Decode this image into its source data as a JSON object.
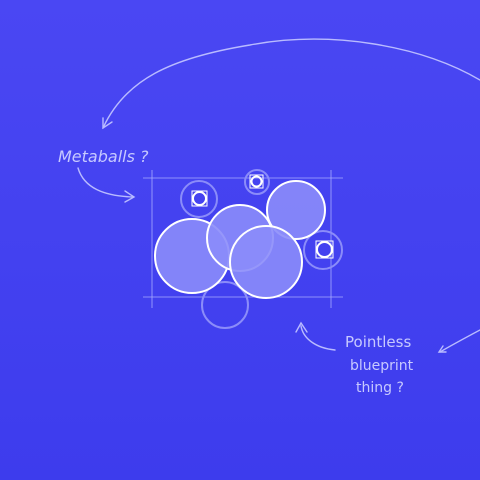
{
  "annotations": {
    "metaballs": "Metaballs ?",
    "pointless_line1": "Pointless",
    "pointless_line2": "blueprint",
    "pointless_line3": "thing ?"
  },
  "colors": {
    "background": "#4a47f3",
    "stroke": "#ffffff",
    "fill": "#8b8cf9",
    "sketch": "#c7c9ff"
  },
  "icons": [
    "curved-arrow-icon",
    "pointer-arrow-icon",
    "crosshair-icon"
  ]
}
